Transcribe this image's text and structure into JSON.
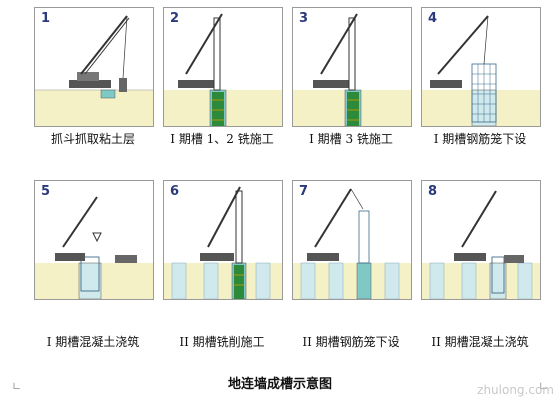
{
  "panels": [
    {
      "number": "1",
      "caption": "抓斗抓取粘土层"
    },
    {
      "number": "2",
      "caption": "I 期槽 1、2 铣施工"
    },
    {
      "number": "3",
      "caption": "I 期槽 3 铣施工"
    },
    {
      "number": "4",
      "caption": "I 期槽钢筋笼下设"
    },
    {
      "number": "5",
      "caption": "I 期槽混凝土浇筑"
    },
    {
      "number": "6",
      "caption": "II 期槽铣削施工"
    },
    {
      "number": "7",
      "caption": "II 期槽钢筋笼下设"
    },
    {
      "number": "8",
      "caption": "II 期槽混凝土浇筑"
    }
  ],
  "figure_title": "地连墙成槽示意图",
  "watermark": "zhulong.com",
  "colors": {
    "soil": "#f4f1c6",
    "panel_fill": "#cfe9ec",
    "trench": "#7ec9c6",
    "rebar": "#2d8a3a",
    "crane": "#3a3a3a",
    "frame": "#9a9a9a",
    "number": "#2a3a7a"
  }
}
